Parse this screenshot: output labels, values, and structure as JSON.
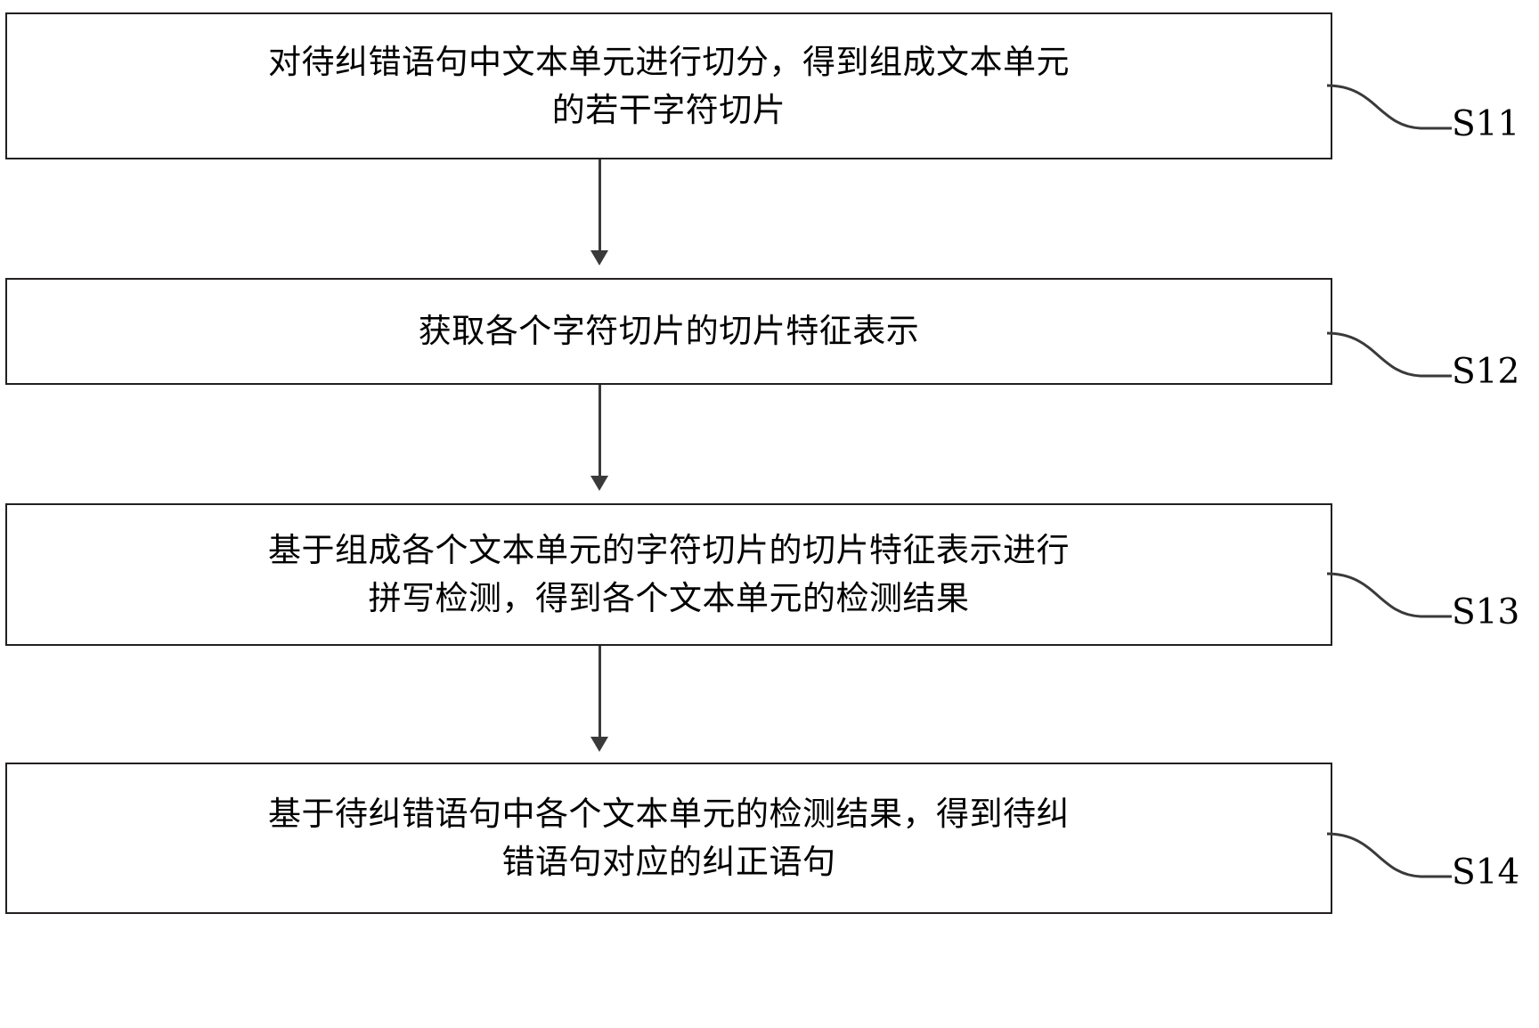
{
  "diagram": {
    "type": "flowchart",
    "orientation": "vertical",
    "steps": [
      {
        "id": "S11",
        "label": "S11",
        "text": "对待纠错语句中文本单元进行切分，得到组成文本单元\n的若干字符切片"
      },
      {
        "id": "S12",
        "label": "S12",
        "text": "获取各个字符切片的切片特征表示"
      },
      {
        "id": "S13",
        "label": "S13",
        "text": "基于组成各个文本单元的字符切片的切片特征表示进行\n拼写检测，得到各个文本单元的检测结果"
      },
      {
        "id": "S14",
        "label": "S14",
        "text": "基于待纠错语句中各个文本单元的检测结果，得到待纠\n错语句对应的纠正语句"
      }
    ],
    "colors": {
      "box_border": "#231f20",
      "connector": "#3a3a3a",
      "text": "#000000",
      "background": "#ffffff"
    }
  }
}
